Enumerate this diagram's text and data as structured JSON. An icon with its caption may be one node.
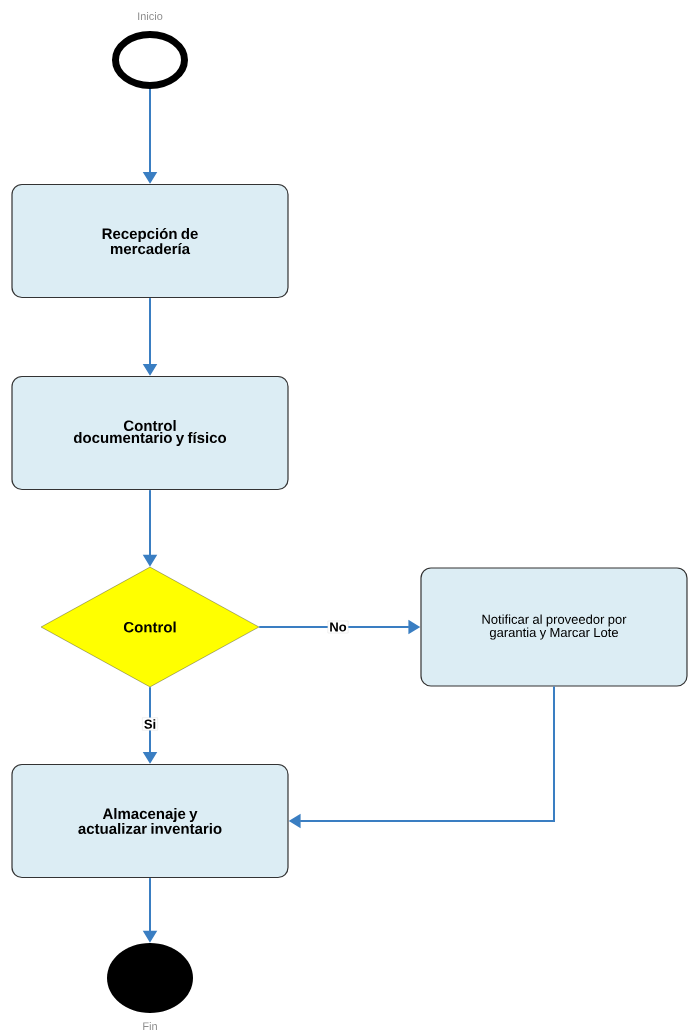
{
  "diagram": {
    "nodes": [
      {
        "text": [
          "Inicio"
        ]
      },
      {
        "text": [
          "Recepción de mercadería"
        ]
      },
      {
        "text": [
          "Control documentario y físico"
        ]
      },
      {
        "text": [
          "Control"
        ]
      },
      {
        "text": [
          "Notificar al proveedor por garantia y Marcar Lote"
        ]
      },
      {
        "text": [
          "Almacenaje y actualizar inventario"
        ]
      },
      {
        "text": [
          "Fin"
        ]
      }
    ],
    "edges": [
      {
        "from": 0,
        "to": 1,
        "arrow": "to"
      },
      {
        "from": 1,
        "to": 2,
        "arrow": "to"
      },
      {
        "from": 2,
        "to": 3,
        "arrow": "to"
      },
      {
        "from": 3,
        "to": 4,
        "arrow": "to",
        "label": "No"
      },
      {
        "from": 3,
        "to": 5,
        "arrow": "to",
        "label": "Si"
      },
      {
        "from": 4,
        "to": 5,
        "arrow": "to"
      },
      {
        "from": 5,
        "to": 6,
        "arrow": "to"
      }
    ]
  }
}
